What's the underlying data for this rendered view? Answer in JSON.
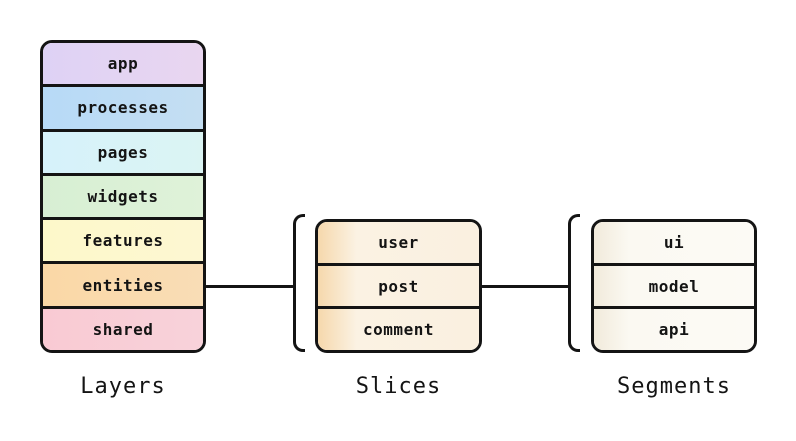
{
  "canvas": {
    "background": "#ffffff",
    "stroke_color": "#141414",
    "text_color": "#141414"
  },
  "columns": [
    {
      "name": "layers",
      "label": "Layers",
      "items": [
        {
          "label": "app",
          "bg": "linear-gradient(90deg,#ded2f5,#e9d6f0)"
        },
        {
          "label": "processes",
          "bg": "linear-gradient(90deg,#b7daf7,#c4def2)"
        },
        {
          "label": "pages",
          "bg": "linear-gradient(90deg,#d6f2fb,#dbf4f3)"
        },
        {
          "label": "widgets",
          "bg": "linear-gradient(90deg,#d7efd3,#dff2d9)"
        },
        {
          "label": "features",
          "bg": "linear-gradient(90deg,#fdf8ca,#fdf7d2)"
        },
        {
          "label": "entities",
          "bg": "linear-gradient(90deg,#fad8a6,#f9ddb6)"
        },
        {
          "label": "shared",
          "bg": "linear-gradient(90deg,#f9cad3,#f8d2da)"
        }
      ]
    },
    {
      "name": "slices",
      "label": "Slices",
      "items": [
        {
          "label": "user",
          "bg": "linear-gradient(90deg,#f6d8ac,#fbf2e3 24%,#faf0e0)"
        },
        {
          "label": "post",
          "bg": "linear-gradient(90deg,#f6d8ac,#fbf2e3 24%,#faf0e0)"
        },
        {
          "label": "comment",
          "bg": "linear-gradient(90deg,#f6d8ac,#fbf2e3 24%,#faf0e0)"
        }
      ]
    },
    {
      "name": "segments",
      "label": "Segments",
      "items": [
        {
          "label": "ui",
          "bg": "linear-gradient(90deg,#f1eadb,#fbf9f2 22%,#fcfaf5)"
        },
        {
          "label": "model",
          "bg": "linear-gradient(90deg,#f1eadb,#fbf9f2 22%,#fcfaf5)"
        },
        {
          "label": "api",
          "bg": "linear-gradient(90deg,#f1eadb,#fbf9f2 22%,#fcfaf5)"
        }
      ]
    }
  ]
}
